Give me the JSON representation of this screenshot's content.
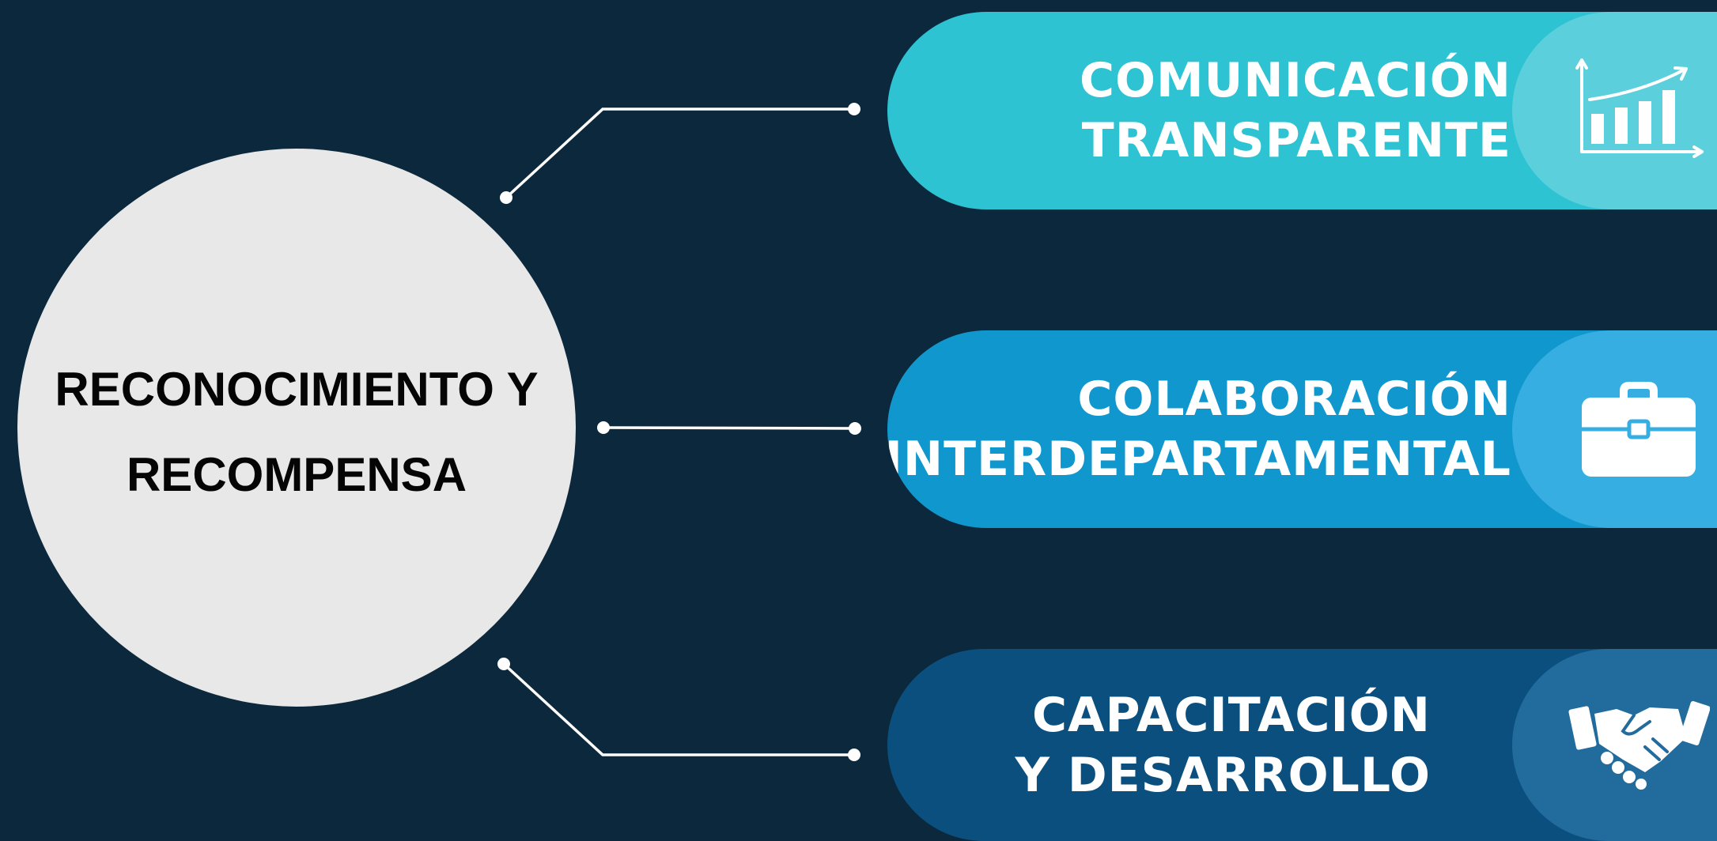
{
  "hub": {
    "title_line1": "RECONOCIMIENTO Y",
    "title_line2": "RECOMPENSA",
    "background": "#e8e8e8"
  },
  "branches": [
    {
      "line1": "COMUNICACIÓN",
      "line2": "TRANSPARENTE",
      "icon": "growth-chart-icon",
      "color": "#2dc3d3"
    },
    {
      "line1": "COLABORACIÓN",
      "line2": "INTERDEPARTAMENTAL",
      "icon": "briefcase-icon",
      "color": "#1097cd"
    },
    {
      "line1": "CAPACITACIÓN",
      "line2": "Y DESARROLLO",
      "icon": "handshake-icon",
      "color": "#0a4f7e"
    }
  ],
  "colors": {
    "background": "#0b283c",
    "connector": "#ffffff"
  }
}
